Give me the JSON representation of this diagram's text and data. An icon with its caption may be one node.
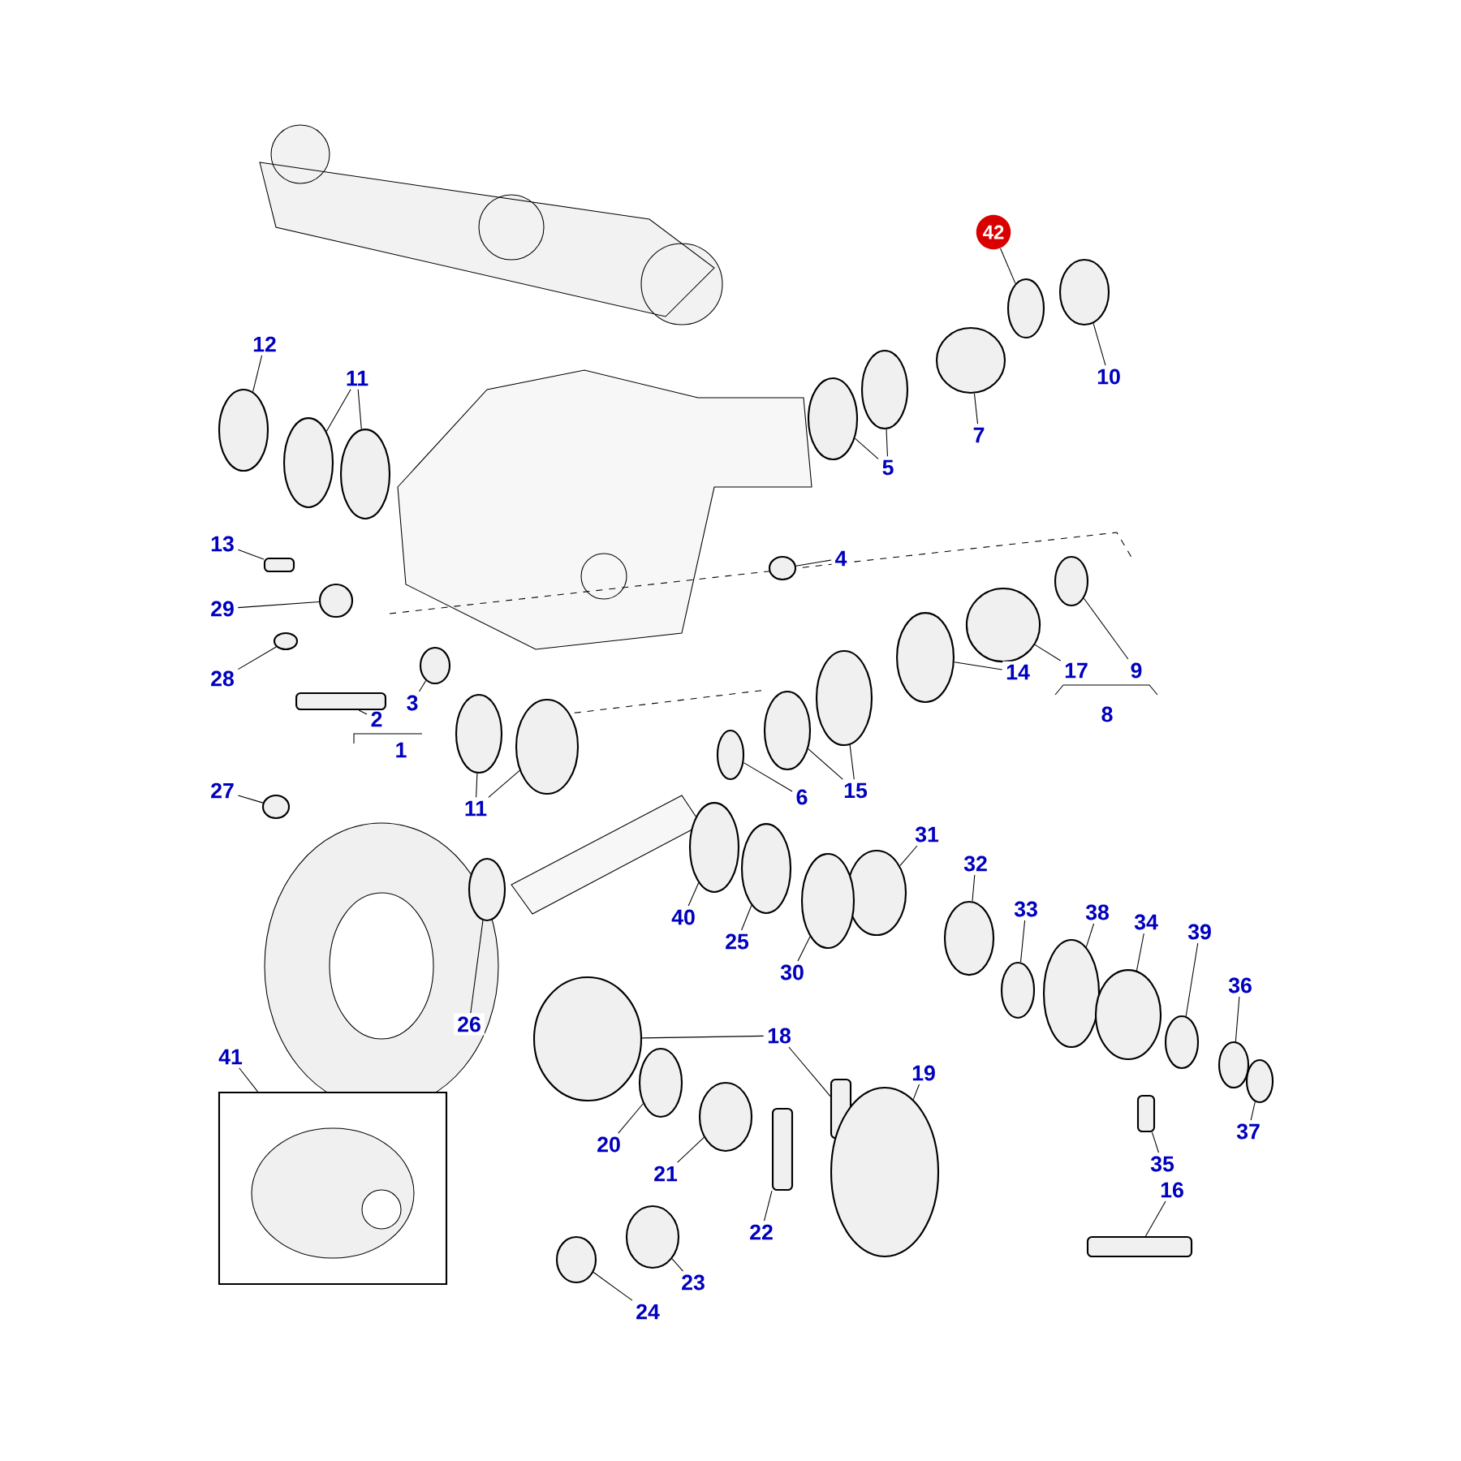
{
  "diagram": {
    "nodes": [
      {
        "text": [
          "42"
        ]
      },
      {
        "text": [],
        "shape": "circle"
      },
      {
        "text": [
          "12"
        ]
      },
      {
        "text": [],
        "shape": "circle"
      },
      {
        "text": [
          "11"
        ]
      },
      {
        "text": [],
        "shape": "circle"
      },
      {
        "text": [],
        "shape": "circle"
      },
      {
        "text": [
          "10"
        ]
      },
      {
        "text": [],
        "shape": "circle"
      },
      {
        "text": [
          "7"
        ]
      },
      {
        "text": [],
        "shape": "circle"
      },
      {
        "text": [
          "5"
        ]
      },
      {
        "text": [],
        "shape": "circle"
      },
      {
        "text": [],
        "shape": "circle"
      },
      {
        "text": [
          "13"
        ]
      },
      {
        "text": [],
        "shape": "bar"
      },
      {
        "text": [
          "4"
        ]
      },
      {
        "text": [],
        "shape": "circle"
      },
      {
        "text": [
          "29"
        ]
      },
      {
        "text": [],
        "shape": "circle"
      },
      {
        "text": [
          "28"
        ]
      },
      {
        "text": [],
        "shape": "circle"
      },
      {
        "text": [
          "9"
        ]
      },
      {
        "text": [],
        "shape": "circle"
      },
      {
        "text": [
          "17"
        ]
      },
      {
        "text": [],
        "shape": "circle"
      },
      {
        "text": [
          "14"
        ]
      },
      {
        "text": [],
        "shape": "circle"
      },
      {
        "text": [
          "2"
        ]
      },
      {
        "text": [],
        "shape": "bar"
      },
      {
        "text": [
          "3"
        ]
      },
      {
        "text": [],
        "shape": "circle"
      },
      {
        "text": [
          "6"
        ]
      },
      {
        "text": [],
        "shape": "circle"
      },
      {
        "text": [
          "15"
        ]
      },
      {
        "text": [],
        "shape": "circle"
      },
      {
        "text": [],
        "shape": "circle"
      },
      {
        "text": [
          "11"
        ]
      },
      {
        "text": [],
        "shape": "circle"
      },
      {
        "text": [],
        "shape": "circle"
      },
      {
        "text": [
          "27"
        ]
      },
      {
        "text": [],
        "shape": "circle"
      },
      {
        "text": [
          "31"
        ]
      },
      {
        "text": [],
        "shape": "circle"
      },
      {
        "text": [
          "32"
        ]
      },
      {
        "text": [],
        "shape": "circle"
      },
      {
        "text": [
          "40"
        ]
      },
      {
        "text": [],
        "shape": "circle"
      },
      {
        "text": [
          "25"
        ]
      },
      {
        "text": [],
        "shape": "circle"
      },
      {
        "text": [
          "30"
        ]
      },
      {
        "text": [],
        "shape": "circle"
      },
      {
        "text": [
          "33"
        ]
      },
      {
        "text": [],
        "shape": "circle"
      },
      {
        "text": [
          "38"
        ]
      },
      {
        "text": [],
        "shape": "circle"
      },
      {
        "text": [
          "34"
        ]
      },
      {
        "text": [],
        "shape": "circle"
      },
      {
        "text": [
          "39"
        ]
      },
      {
        "text": [],
        "shape": "circle"
      },
      {
        "text": [
          "36"
        ]
      },
      {
        "text": [],
        "shape": "circle"
      },
      {
        "text": [
          "26"
        ]
      },
      {
        "text": [],
        "shape": "circle"
      },
      {
        "text": [
          "18"
        ]
      },
      {
        "text": [],
        "shape": "circle"
      },
      {
        "text": [],
        "shape": "bar"
      },
      {
        "text": [
          "19"
        ]
      },
      {
        "text": [],
        "shape": "circle"
      },
      {
        "text": [
          "41"
        ]
      },
      {
        "text": [],
        "shape": "box"
      },
      {
        "text": [
          "37"
        ]
      },
      {
        "text": [],
        "shape": "circle"
      },
      {
        "text": [
          "35"
        ]
      },
      {
        "text": [],
        "shape": "bar"
      },
      {
        "text": [
          "20"
        ]
      },
      {
        "text": [],
        "shape": "circle"
      },
      {
        "text": [
          "21"
        ]
      },
      {
        "text": [],
        "shape": "circle"
      },
      {
        "text": [
          "16"
        ]
      },
      {
        "text": [],
        "shape": "bar"
      },
      {
        "text": [
          "22"
        ]
      },
      {
        "text": [],
        "shape": "bar"
      },
      {
        "text": [
          "23"
        ]
      },
      {
        "text": [],
        "shape": "circle"
      },
      {
        "text": [
          "24"
        ]
      },
      {
        "text": [],
        "shape": "circle"
      }
    ],
    "edges": [
      {
        "from": 0,
        "to": 1,
        "arrow": "none"
      },
      {
        "from": 2,
        "to": 3,
        "arrow": "none"
      },
      {
        "from": 4,
        "to": 5,
        "arrow": "none"
      },
      {
        "from": 4,
        "to": 6,
        "arrow": "none"
      },
      {
        "from": 7,
        "to": 8,
        "arrow": "none"
      },
      {
        "from": 9,
        "to": 10,
        "arrow": "none"
      },
      {
        "from": 11,
        "to": 12,
        "arrow": "none"
      },
      {
        "from": 11,
        "to": 13,
        "arrow": "none"
      },
      {
        "from": 14,
        "to": 15,
        "arrow": "none"
      },
      {
        "from": 16,
        "to": 17,
        "arrow": "none"
      },
      {
        "from": 18,
        "to": 19,
        "arrow": "none"
      },
      {
        "from": 20,
        "to": 21,
        "arrow": "none"
      },
      {
        "from": 22,
        "to": 23,
        "arrow": "none"
      },
      {
        "from": 24,
        "to": 25,
        "arrow": "none"
      },
      {
        "from": 26,
        "to": 27,
        "arrow": "none"
      },
      {
        "from": 28,
        "to": 29,
        "arrow": "none"
      },
      {
        "from": 30,
        "to": 31,
        "arrow": "none"
      },
      {
        "from": 32,
        "to": 33,
        "arrow": "none"
      },
      {
        "from": 34,
        "to": 35,
        "arrow": "none"
      },
      {
        "from": 34,
        "to": 36,
        "arrow": "none"
      },
      {
        "from": 37,
        "to": 38,
        "arrow": "none"
      },
      {
        "from": 37,
        "to": 39,
        "arrow": "none"
      },
      {
        "from": 40,
        "to": 41,
        "arrow": "none"
      },
      {
        "from": 42,
        "to": 43,
        "arrow": "none"
      },
      {
        "from": 44,
        "to": 45,
        "arrow": "none"
      },
      {
        "from": 46,
        "to": 47,
        "arrow": "none"
      },
      {
        "from": 48,
        "to": 49,
        "arrow": "none"
      },
      {
        "from": 50,
        "to": 51,
        "arrow": "none"
      },
      {
        "from": 52,
        "to": 53,
        "arrow": "none"
      },
      {
        "from": 54,
        "to": 55,
        "arrow": "none"
      },
      {
        "from": 56,
        "to": 57,
        "arrow": "none"
      },
      {
        "from": 58,
        "to": 59,
        "arrow": "none"
      },
      {
        "from": 60,
        "to": 61,
        "arrow": "none"
      },
      {
        "from": 62,
        "to": 63,
        "arrow": "none"
      },
      {
        "from": 64,
        "to": 65,
        "arrow": "none"
      },
      {
        "from": 64,
        "to": 66,
        "arrow": "none"
      },
      {
        "from": 67,
        "to": 68,
        "arrow": "none"
      },
      {
        "from": 69,
        "to": 70,
        "arrow": "none"
      },
      {
        "from": 71,
        "to": 72,
        "arrow": "none"
      },
      {
        "from": 73,
        "to": 74,
        "arrow": "none"
      },
      {
        "from": 75,
        "to": 76,
        "arrow": "none"
      },
      {
        "from": 77,
        "to": 78,
        "arrow": "none"
      },
      {
        "from": 79,
        "to": 80,
        "arrow": "none"
      },
      {
        "from": 81,
        "to": 82,
        "arrow": "none"
      },
      {
        "from": 83,
        "to": 84,
        "arrow": "none"
      },
      {
        "from": 85,
        "to": 86,
        "arrow": "none"
      }
    ],
    "labels": [
      "8",
      "1"
    ]
  }
}
